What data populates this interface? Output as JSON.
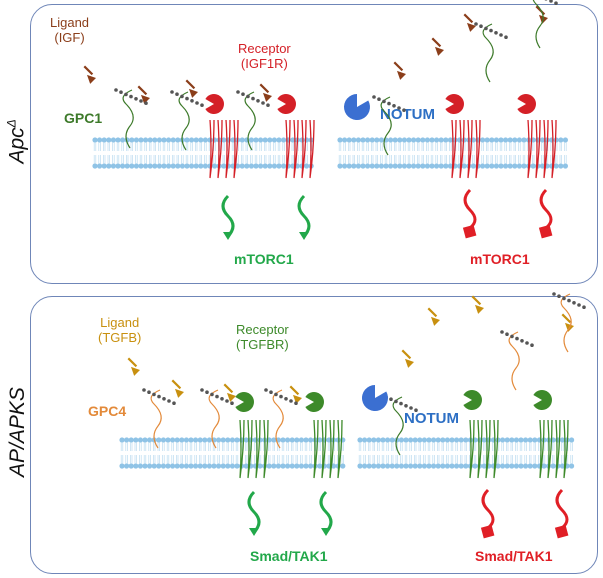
{
  "panels": {
    "top": {
      "side_label": "Apc",
      "side_label_sup": "Δ",
      "ligand_label": "Ligand",
      "ligand_sub": "(IGF)",
      "receptor_label": "Receptor",
      "receptor_sub": "(IGF1R)",
      "gpc_label": "GPC1",
      "notum_label": "NOTUM",
      "output_left": "mTORC1",
      "output_right": "mTORC1"
    },
    "bottom": {
      "side_label": "AP/APKS",
      "ligand_label": "Ligand",
      "ligand_sub": "(TGFB)",
      "receptor_label": "Receptor",
      "receptor_sub": "(TGFBR)",
      "gpc_label": "GPC4",
      "notum_label": "NOTUM",
      "output_left": "Smad/TAK1",
      "output_right": "Smad/TAK1"
    }
  },
  "colors": {
    "membrane": "#8fc3e6",
    "top_ligand": "#8b3e1a",
    "top_receptor": "#d42027",
    "top_gpc": "#3d7a2a",
    "bottom_ligand": "#c8900f",
    "bottom_receptor": "#3d8a2a",
    "bottom_gpc": "#e38a3a",
    "notum": "#3b6fd1",
    "active_arrow": "#22a84a",
    "blocked": "#e01f26"
  }
}
